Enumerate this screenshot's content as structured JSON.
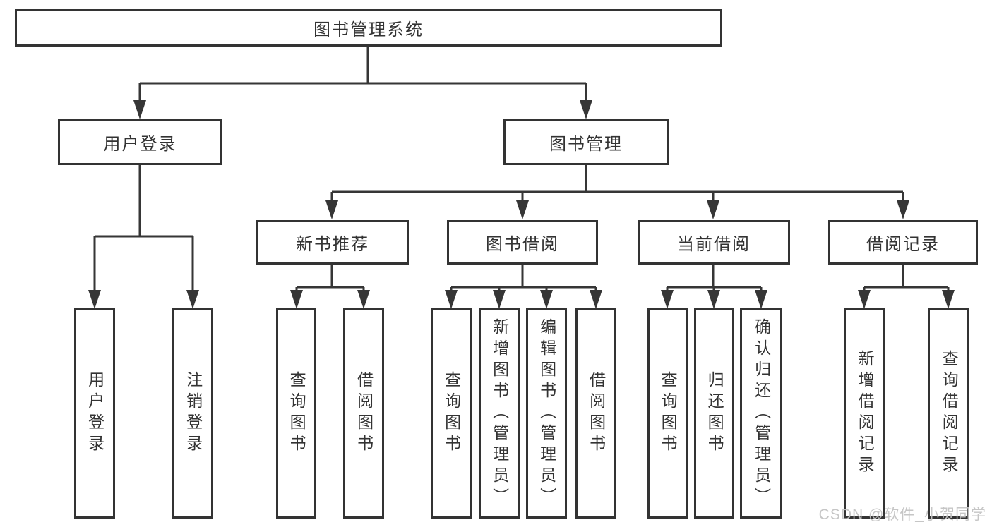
{
  "tree": {
    "label": "图书管理系统",
    "children": [
      {
        "label": "用户登录",
        "children": [
          {
            "label": "用户登录"
          },
          {
            "label": "注销登录"
          }
        ]
      },
      {
        "label": "图书管理",
        "children": [
          {
            "label": "新书推荐",
            "children": [
              {
                "label": "查询图书"
              },
              {
                "label": "借阅图书"
              }
            ]
          },
          {
            "label": "图书借阅",
            "children": [
              {
                "label": "查询图书"
              },
              {
                "label": "新增图书（管理员）"
              },
              {
                "label": "编辑图书（管理员）"
              },
              {
                "label": "借阅图书"
              }
            ]
          },
          {
            "label": "当前借阅",
            "children": [
              {
                "label": "查询图书"
              },
              {
                "label": "归还图书"
              },
              {
                "label": "确认归还（管理员）"
              }
            ]
          },
          {
            "label": "借阅记录",
            "children": [
              {
                "label": "新增借阅记录"
              },
              {
                "label": "查询借阅记录"
              }
            ]
          }
        ]
      }
    ]
  },
  "watermark": {
    "text": "CSDN @软件_小贺同学"
  },
  "colors": {
    "line": "#363636",
    "box_border": "#333333",
    "text": "#333333",
    "background": "#ffffff",
    "watermark": "#c3c3c3"
  }
}
